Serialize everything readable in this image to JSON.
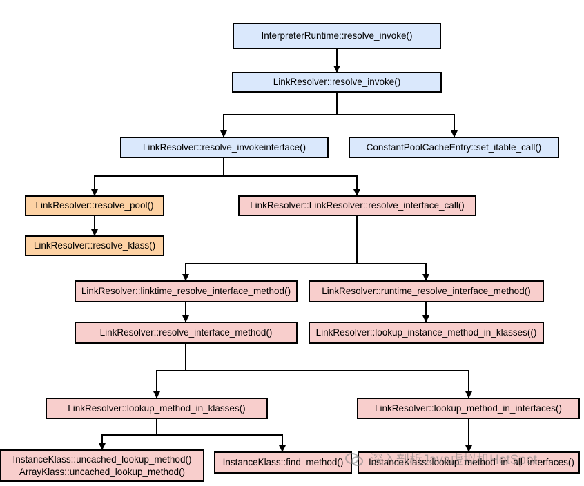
{
  "nodes": {
    "n1": "InterpreterRuntime::resolve_invoke()",
    "n2": "LinkResolver::resolve_invoke()",
    "n3": "LinkResolver::resolve_invokeinterface()",
    "n4": "ConstantPoolCacheEntry::set_itable_call()",
    "n5": "LinkResolver::resolve_pool()",
    "n6": "LinkResolver::LinkResolver::resolve_interface_call()",
    "n7": "LinkResolver::resolve_klass()",
    "n8": "LinkResolver::linktime_resolve_interface_method()",
    "n9": "LinkResolver::runtime_resolve_interface_method()",
    "n10": "LinkResolver::resolve_interface_method()",
    "n11": "LinkResolver::lookup_instance_method_in_klasses(()",
    "n12": "LinkResolver::lookup_method_in_klasses()",
    "n13": "LinkResolver::lookup_method_in_interfaces()",
    "n14_line1": "InstanceKlass::uncached_lookup_method()",
    "n14_line2": "ArrayKlass::uncached_lookup_method()",
    "n15": "InstanceKlass::find_method()",
    "n16": "InstanceKlass::lookup_method_in_all_interfaces()"
  },
  "watermark": "深入剖析Java虚拟机HotSpot",
  "colors": {
    "blue": "#dae8fc",
    "orange": "#fdd2a4",
    "pink": "#f8cecc",
    "border": "#000000"
  }
}
